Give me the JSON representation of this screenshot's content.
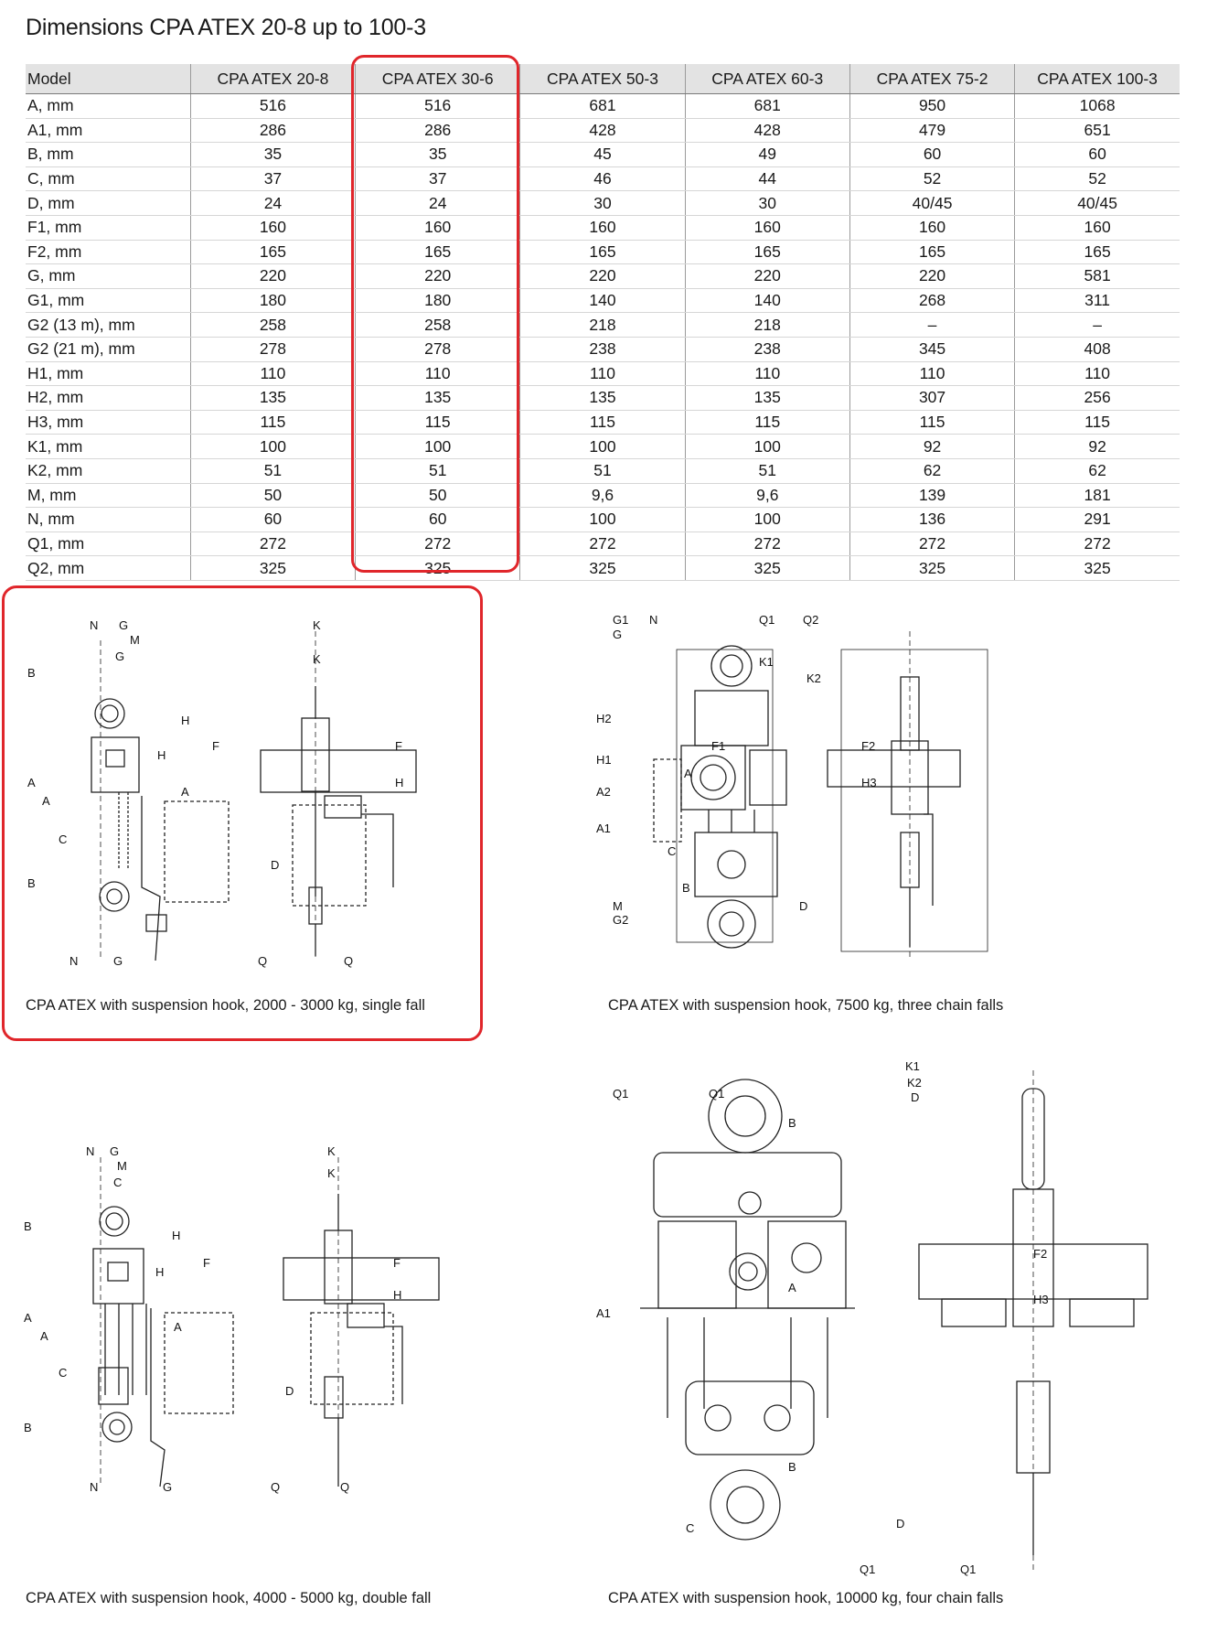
{
  "title": "Dimensions CPA ATEX 20-8 up to 100-3",
  "table": {
    "headers": [
      "Model",
      "CPA ATEX 20-8",
      "CPA ATEX 30-6",
      "CPA ATEX 50-3",
      "CPA ATEX 60-3",
      "CPA ATEX 75-2",
      "CPA ATEX 100-3"
    ],
    "rows": [
      [
        "A, mm",
        "516",
        "516",
        "681",
        "681",
        "950",
        "1068"
      ],
      [
        "A1, mm",
        "286",
        "286",
        "428",
        "428",
        "479",
        "651"
      ],
      [
        "B, mm",
        "35",
        "35",
        "45",
        "49",
        "60",
        "60"
      ],
      [
        "C, mm",
        "37",
        "37",
        "46",
        "44",
        "52",
        "52"
      ],
      [
        "D, mm",
        "24",
        "24",
        "30",
        "30",
        "40/45",
        "40/45"
      ],
      [
        "F1, mm",
        "160",
        "160",
        "160",
        "160",
        "160",
        "160"
      ],
      [
        "F2, mm",
        "165",
        "165",
        "165",
        "165",
        "165",
        "165"
      ],
      [
        "G, mm",
        "220",
        "220",
        "220",
        "220",
        "220",
        "581"
      ],
      [
        "G1, mm",
        "180",
        "180",
        "140",
        "140",
        "268",
        "311"
      ],
      [
        "G2 (13 m), mm",
        "258",
        "258",
        "218",
        "218",
        "–",
        "–"
      ],
      [
        "G2 (21 m), mm",
        "278",
        "278",
        "238",
        "238",
        "345",
        "408"
      ],
      [
        "H1, mm",
        "110",
        "110",
        "110",
        "110",
        "110",
        "110"
      ],
      [
        "H2, mm",
        "135",
        "135",
        "135",
        "135",
        "307",
        "256"
      ],
      [
        "H3, mm",
        "115",
        "115",
        "115",
        "115",
        "115",
        "115"
      ],
      [
        "K1, mm",
        "100",
        "100",
        "100",
        "100",
        "92",
        "92"
      ],
      [
        "K2, mm",
        "51",
        "51",
        "51",
        "51",
        "62",
        "62"
      ],
      [
        "M, mm",
        "50",
        "50",
        "9,6",
        "9,6",
        "139",
        "181"
      ],
      [
        "N, mm",
        "60",
        "60",
        "100",
        "100",
        "136",
        "291"
      ],
      [
        "Q1, mm",
        "272",
        "272",
        "272",
        "272",
        "272",
        "272"
      ],
      [
        "Q2, mm",
        "325",
        "325",
        "325",
        "325",
        "325",
        "325"
      ]
    ]
  },
  "captions": {
    "single_fall": "CPA ATEX with suspension hook, 2000 - 3000 kg, single fall",
    "three_falls": "CPA ATEX with suspension hook, 7500 kg, three chain falls",
    "double_fall": "CPA ATEX with suspension hook, 4000 - 5000 kg, double fall",
    "four_falls": "CPA ATEX with suspension hook, 10000 kg, four chain falls"
  },
  "diagram_labels": {
    "d1": [
      "N",
      "G",
      "M",
      "G",
      "B",
      "H",
      "H",
      "A",
      "A",
      "A",
      "C",
      "B",
      "N",
      "G",
      "K",
      "K",
      "F",
      "F",
      "H",
      "D",
      "Q",
      "Q"
    ],
    "d2": [
      "G1",
      "N",
      "G",
      "Q1",
      "Q2",
      "K1",
      "K2",
      "H2",
      "H1",
      "A",
      "A2",
      "A1",
      "F1",
      "F2",
      "H3",
      "M",
      "G2",
      "B",
      "D",
      "C"
    ],
    "d3": [
      "N",
      "G",
      "M",
      "C",
      "B",
      "H",
      "H",
      "A",
      "A",
      "A",
      "C",
      "B",
      "N",
      "G",
      "K",
      "K",
      "F",
      "F",
      "H",
      "D",
      "Q",
      "Q"
    ],
    "d4": [
      "Q1",
      "Q1",
      "B",
      "A",
      "A1",
      "B",
      "C",
      "K1",
      "K2",
      "D",
      "F2",
      "H3",
      "D",
      "Q1",
      "Q1"
    ]
  },
  "highlight_color": "#e0262b"
}
